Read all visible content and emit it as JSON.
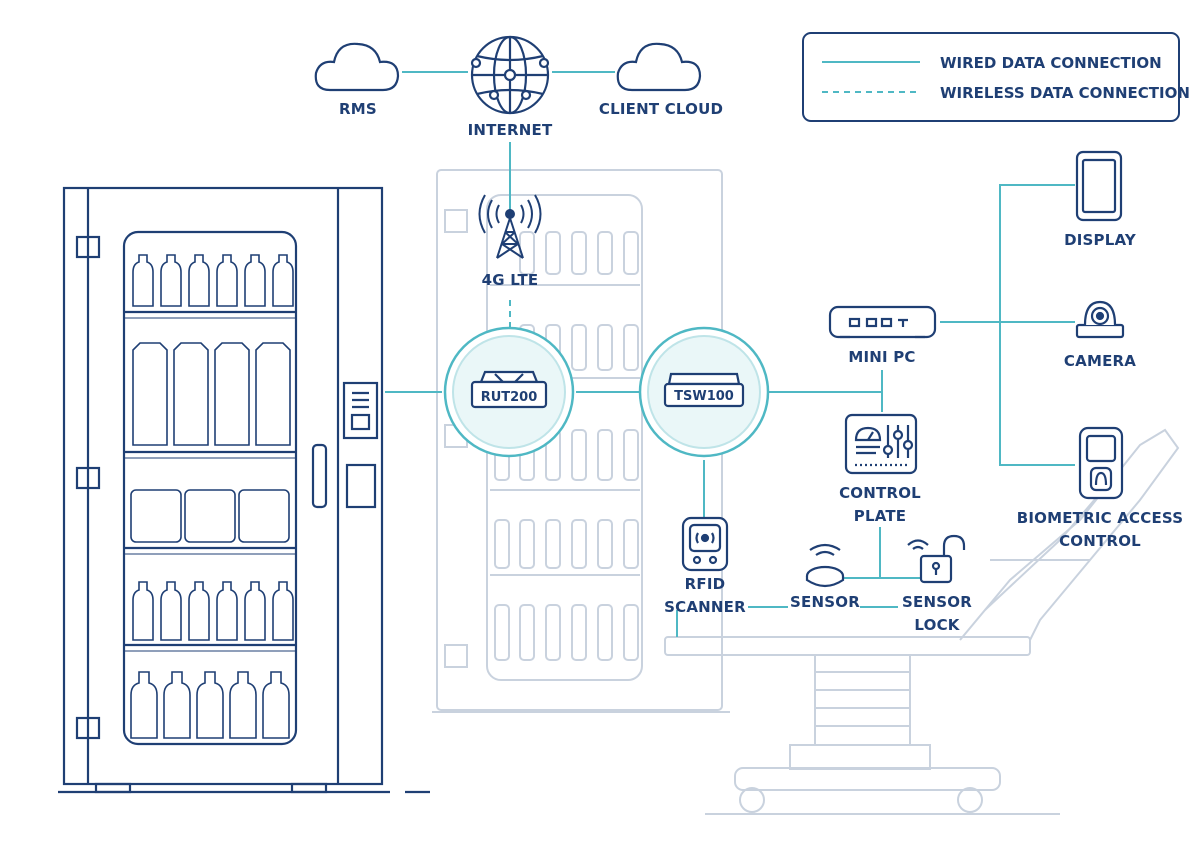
{
  "colors": {
    "navy": "#1f3f74",
    "teal": "#4fb8c4",
    "light_gray": "#c9d2de"
  },
  "legend": {
    "wired_label": "WIRED DATA CONNECTION",
    "wireless_label": "WIRELESS DATA CONNECTION"
  },
  "labels": {
    "rms": "RMS",
    "internet": "INTERNET",
    "client_cloud": "CLIENT CLOUD",
    "lte": "4G LTE",
    "rut200": "RUT200",
    "tsw100": "TSW100",
    "mini_pc": "MINI PC",
    "display": "DISPLAY",
    "camera": "CAMERA",
    "control_plate_1": "CONTROL",
    "control_plate_2": "PLATE",
    "rfid_1": "RFID",
    "rfid_2": "SCANNER",
    "sensor": "SENSOR",
    "sensor_lock_1": "SENSOR",
    "sensor_lock_2": "LOCK",
    "biometric_1": "BIOMETRIC ACCESS",
    "biometric_2": "CONTROL"
  },
  "icons": {
    "cloud": "cloud-icon",
    "globe": "globe-icon",
    "tower": "cell-tower-icon",
    "router": "router-icon",
    "switch": "network-switch-icon",
    "pc": "mini-pc-icon",
    "tablet": "display-tablet-icon",
    "camera": "camera-icon",
    "control": "control-plate-icon",
    "rfid": "rfid-scanner-icon",
    "sensor": "sensor-icon",
    "lock": "padlock-icon",
    "biometric": "biometric-icon",
    "vending": "vending-machine-icon",
    "bed": "hospital-bed-icon"
  }
}
